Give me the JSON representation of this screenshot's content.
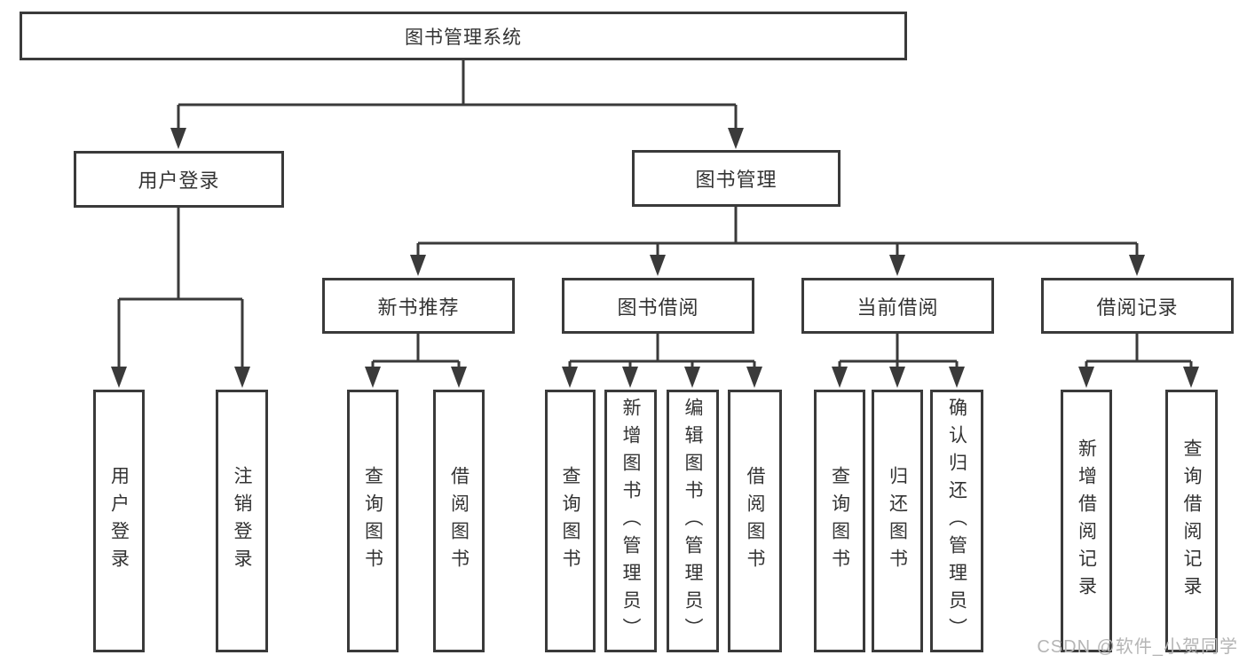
{
  "colors": {
    "line": "#3a3a3a",
    "box_border": "#3a3a3a",
    "text": "#333333",
    "watermark": "#b5b5b5",
    "background": "#ffffff"
  },
  "tree": {
    "root": {
      "label": "图书管理系统"
    },
    "user_login": {
      "label": "用户登录",
      "children": {
        "login": {
          "label": "用户登录"
        },
        "logout": {
          "label": "注销登录"
        }
      }
    },
    "book_mgmt": {
      "label": "图书管理",
      "children": {
        "new_books": {
          "label": "新书推荐",
          "children": {
            "query": {
              "label": "查询图书"
            },
            "borrow": {
              "label": "借阅图书"
            }
          }
        },
        "borrowing": {
          "label": "图书借阅",
          "children": {
            "query": {
              "label": "查询图书"
            },
            "add": {
              "label": "新增图书（管理员）"
            },
            "edit": {
              "label": "编辑图书（管理员）"
            },
            "borrow": {
              "label": "借阅图书"
            }
          }
        },
        "current": {
          "label": "当前借阅",
          "children": {
            "query": {
              "label": "查询图书"
            },
            "return": {
              "label": "归还图书"
            },
            "confirm": {
              "label": "确认归还（管理员）"
            }
          }
        },
        "records": {
          "label": "借阅记录",
          "children": {
            "add": {
              "label": "新增借阅记录"
            },
            "query": {
              "label": "查询借阅记录"
            }
          }
        }
      }
    }
  },
  "watermark": {
    "text": "CSDN @软件_小贺同学"
  }
}
